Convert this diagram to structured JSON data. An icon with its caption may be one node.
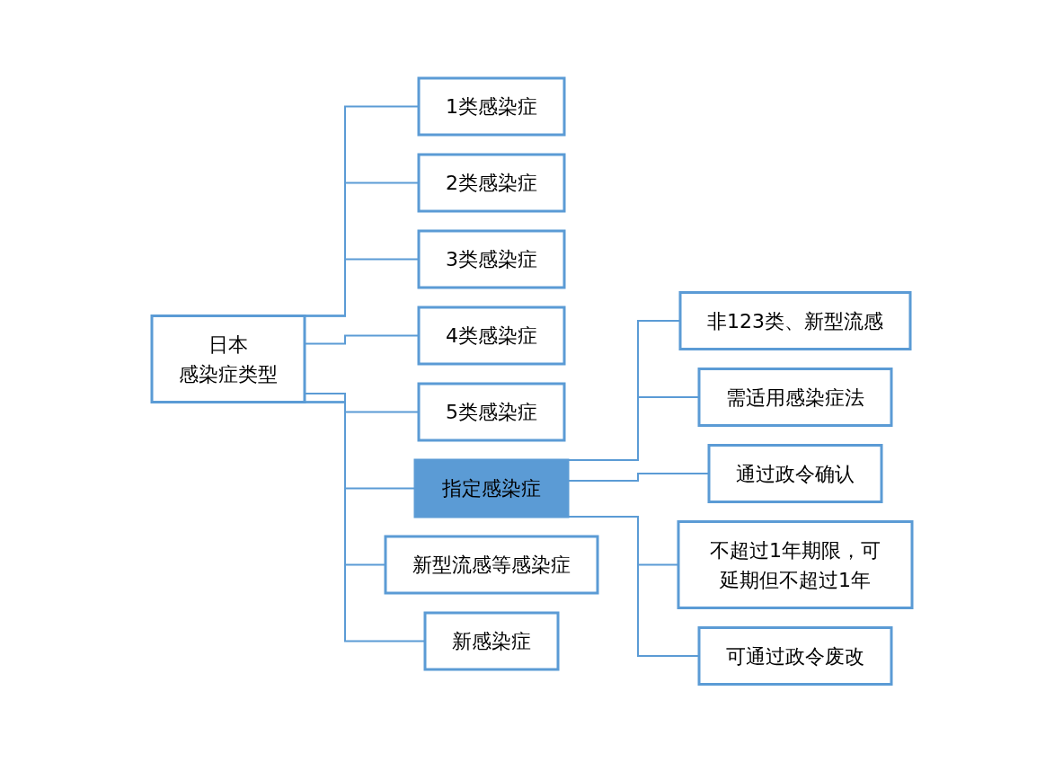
{
  "diagram": {
    "nodes": [
      {
        "text": [
          "日本",
          "感染症类型"
        ]
      },
      {
        "text": [
          "1类感染症"
        ]
      },
      {
        "text": [
          "2类感染症"
        ]
      },
      {
        "text": [
          "3类感染症"
        ]
      },
      {
        "text": [
          "4类感染症"
        ]
      },
      {
        "text": [
          "5类感染症"
        ]
      },
      {
        "text": [
          "指定感染症"
        ]
      },
      {
        "text": [
          "新型流感等感染症"
        ]
      },
      {
        "text": [
          "新感染症"
        ]
      },
      {
        "text": [
          "非123类、新型流感"
        ]
      },
      {
        "text": [
          "需适用感染症法"
        ]
      },
      {
        "text": [
          "通过政令确认"
        ]
      },
      {
        "text": [
          "不超过1年期限，可延期但不超过1年"
        ]
      },
      {
        "text": [
          "可通过政令废改"
        ]
      }
    ],
    "edges": [
      {
        "from": 0,
        "to": 1,
        "arrow": "none"
      },
      {
        "from": 0,
        "to": 2,
        "arrow": "none"
      },
      {
        "from": 0,
        "to": 3,
        "arrow": "none"
      },
      {
        "from": 0,
        "to": 4,
        "arrow": "none"
      },
      {
        "from": 0,
        "to": 5,
        "arrow": "none"
      },
      {
        "from": 0,
        "to": 6,
        "arrow": "none"
      },
      {
        "from": 0,
        "to": 7,
        "arrow": "none"
      },
      {
        "from": 0,
        "to": 8,
        "arrow": "none"
      },
      {
        "from": 6,
        "to": 9,
        "arrow": "none"
      },
      {
        "from": 6,
        "to": 10,
        "arrow": "none"
      },
      {
        "from": 6,
        "to": 11,
        "arrow": "none"
      },
      {
        "from": 6,
        "to": 12,
        "arrow": "none"
      },
      {
        "from": 6,
        "to": 13,
        "arrow": "none"
      }
    ]
  }
}
